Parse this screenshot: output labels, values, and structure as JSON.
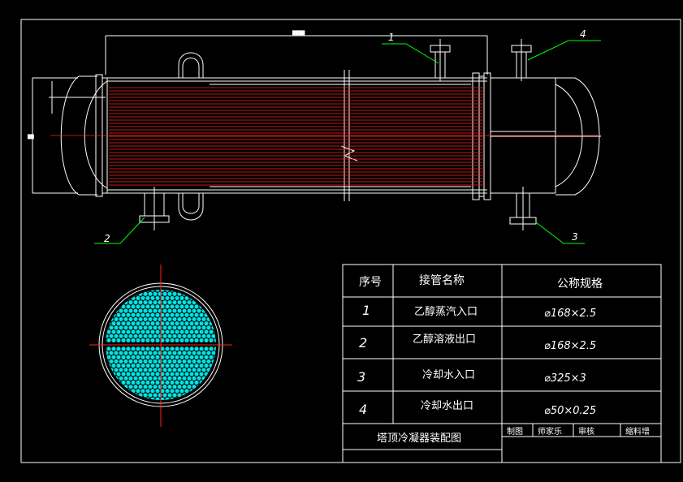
{
  "drawing": {
    "callouts": [
      "1",
      "2",
      "3",
      "4"
    ],
    "dimension_label": "████",
    "side_dimension_label": "██"
  },
  "table": {
    "headers": [
      "序号",
      "接管名称",
      "公称规格"
    ],
    "rows": [
      {
        "no": "1",
        "name": "乙醇蒸汽入口",
        "spec": "⌀168×2.5"
      },
      {
        "no": "2",
        "name": "乙醇溶液出口",
        "spec": "⌀168×2.5"
      },
      {
        "no": "3",
        "name": "冷却水入口",
        "spec": "⌀325×3"
      },
      {
        "no": "4",
        "name": "冷却水出口",
        "spec": "⌀50×0.25"
      }
    ],
    "title": "塔顶冷凝器装配图",
    "signatures": [
      "制图",
      "师家乐",
      "审核",
      "缩料增"
    ]
  },
  "colors": {
    "background": "#000000",
    "outline": "#ffffff",
    "tube": "#ff2020",
    "leader": "#00ff00",
    "tubesheet_fill": "#00e5e5"
  }
}
